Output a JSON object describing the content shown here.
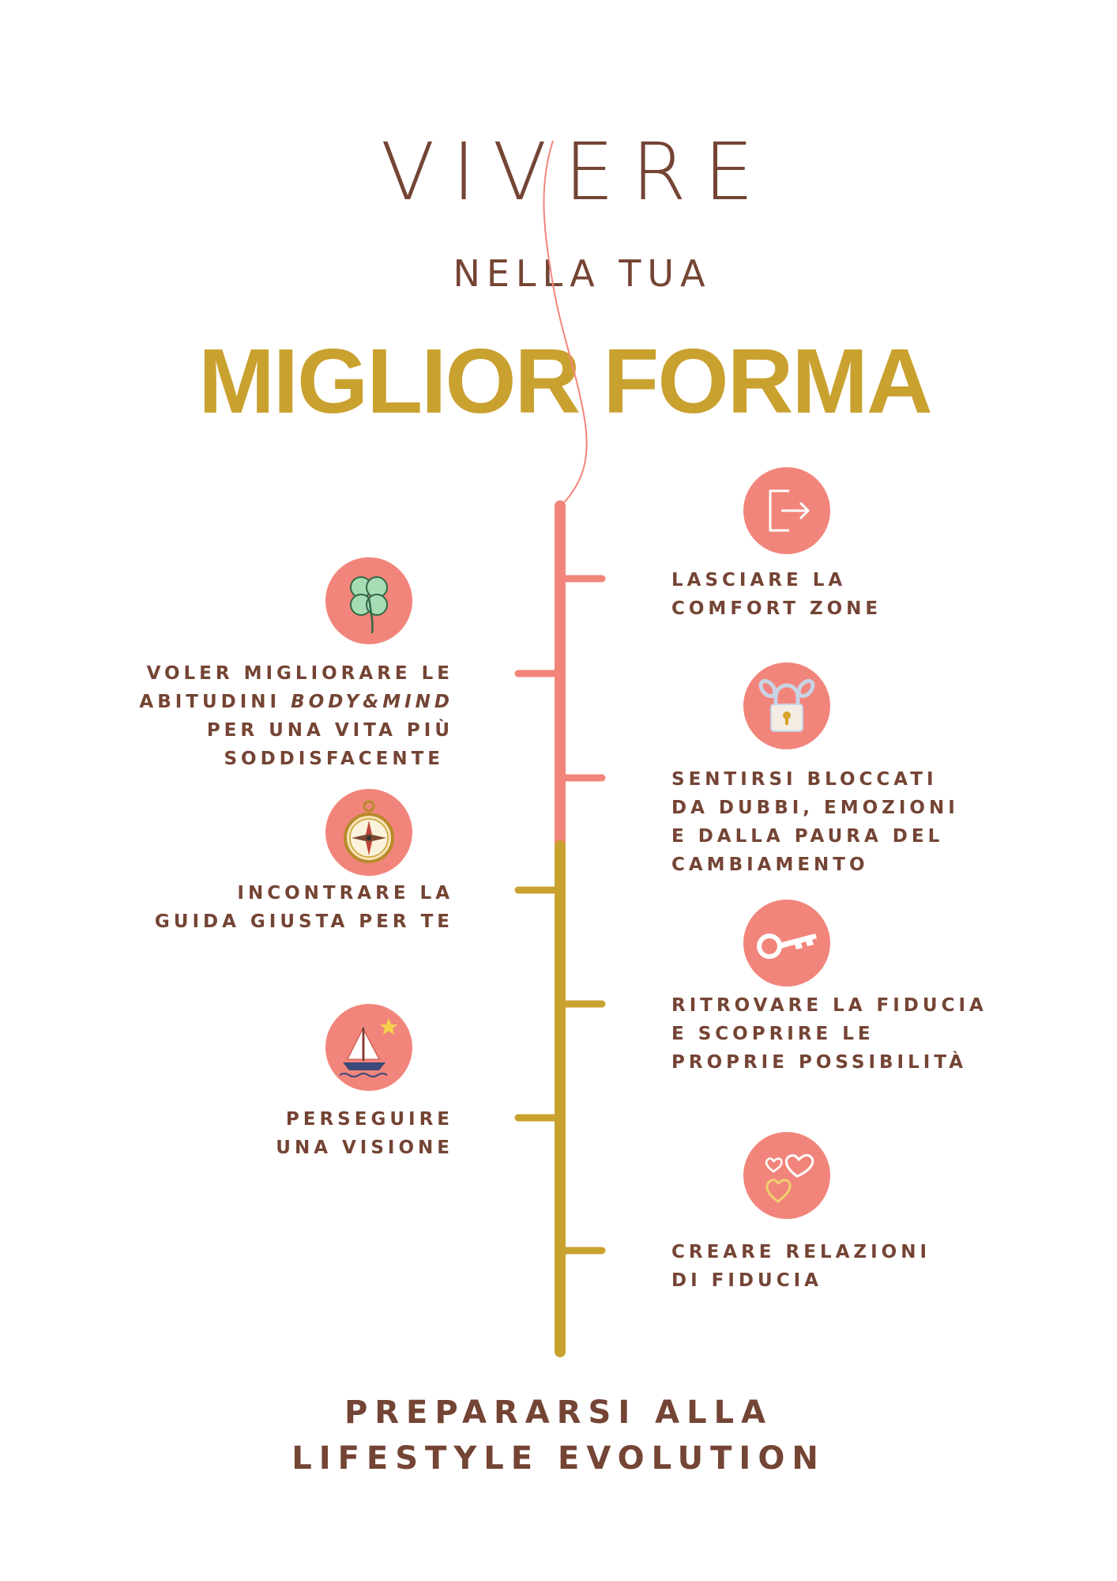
{
  "header": {
    "line1": "VIVERE",
    "line2": "NELLA TUA",
    "line3": "MIGLIOR FORMA"
  },
  "timeline": {
    "colors": {
      "top": "#f2857b",
      "bottom": "#c9a12f",
      "text": "#744434",
      "title_accent": "#c9a12f"
    },
    "steps": [
      {
        "side": "right",
        "icon": "exit-door-icon",
        "lines": [
          "LASCIARE LA",
          "COMFORT ZONE"
        ]
      },
      {
        "side": "left",
        "icon": "four-leaf-clover-icon",
        "lines": [
          "VOLER MIGLIORARE LE",
          "ABITUDINI ",
          "BODY&MIND",
          "PER UNA VITA PIÙ",
          "SODDISFACENTE"
        ]
      },
      {
        "side": "right",
        "icon": "padlock-chain-icon",
        "lines": [
          "SENTIRSI BLOCCATI",
          "DA DUBBI, EMOZIONI",
          "E DALLA PAURA DEL",
          "CAMBIAMENTO"
        ]
      },
      {
        "side": "left",
        "icon": "compass-icon",
        "lines": [
          "INCONTRARE LA",
          "GUIDA GIUSTA PER TE"
        ]
      },
      {
        "side": "right",
        "icon": "key-icon",
        "lines": [
          "RITROVARE LA FIDUCIA",
          "E SCOPRIRE LE",
          "PROPRIE POSSIBILITÀ"
        ]
      },
      {
        "side": "left",
        "icon": "sailboat-star-icon",
        "lines": [
          "PERSEGUIRE",
          "UNA VISIONE"
        ]
      },
      {
        "side": "right",
        "icon": "hearts-icon",
        "lines": [
          "CREARE RELAZIONI",
          "DI FIDUCIA"
        ]
      }
    ]
  },
  "footer": {
    "line1": "PREPARARSI ALLA",
    "line2": "LIFESTYLE EVOLUTION"
  }
}
